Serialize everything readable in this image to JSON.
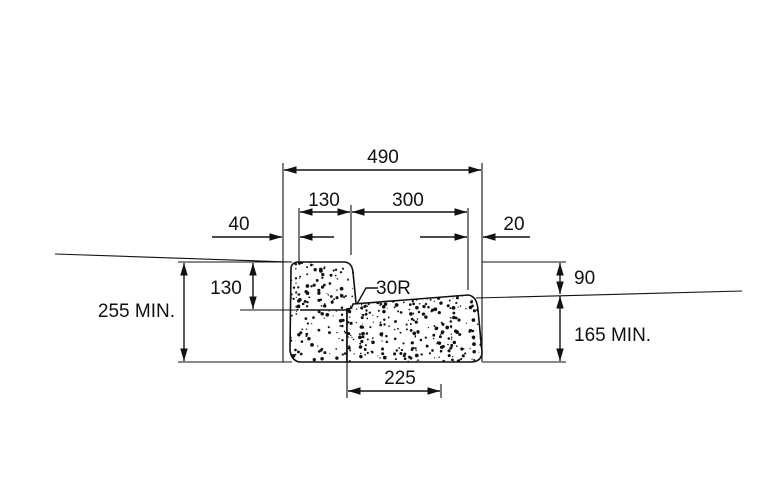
{
  "diagram": {
    "dimensions": {
      "overall_width": "490",
      "top_face": "130",
      "channel_width": "300",
      "left_offset": "40",
      "right_offset": "20",
      "kerb_height": "130",
      "total_depth": "255 MIN.",
      "radius": "30R",
      "right_height": "90",
      "base_depth": "165 MIN.",
      "base_width": "225"
    },
    "colors": {
      "ink": "#111111",
      "background": "#ffffff"
    }
  }
}
